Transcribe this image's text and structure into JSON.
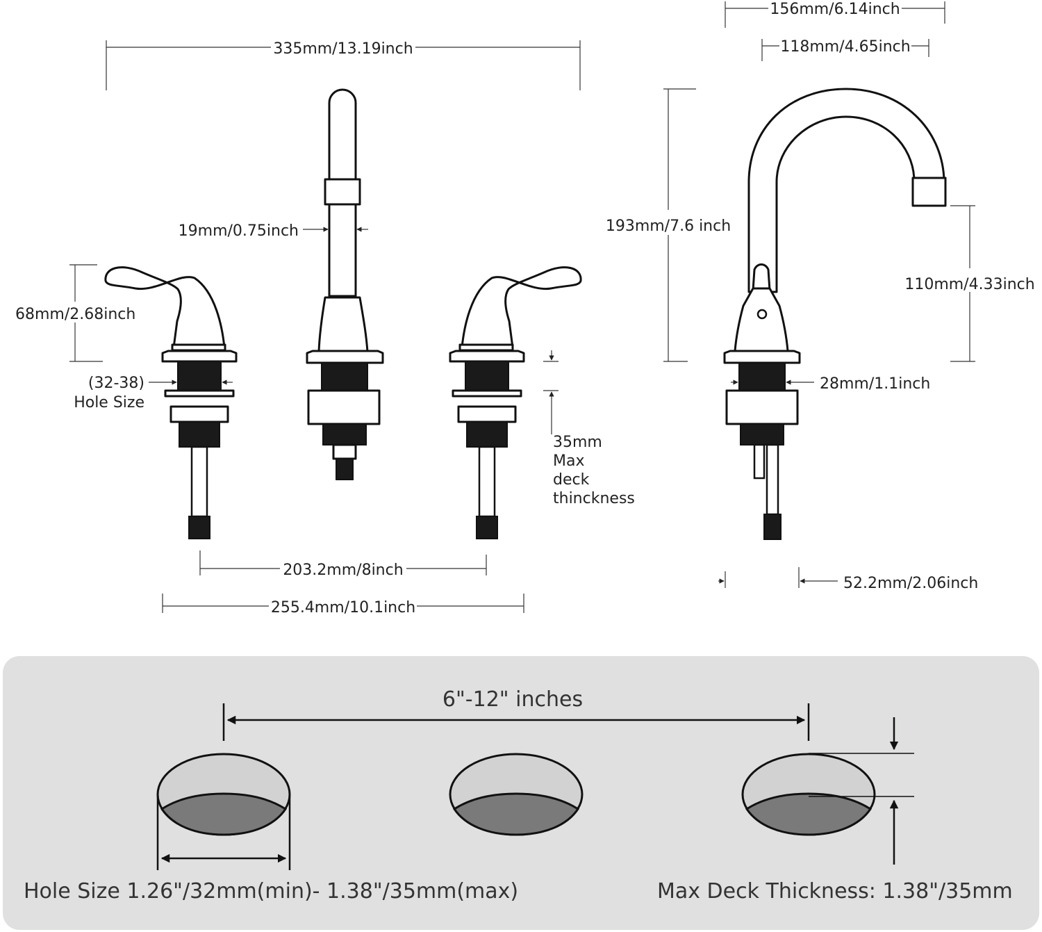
{
  "front_view": {
    "overall_width": "335mm/13.19inch",
    "spout_diameter": "19mm/0.75inch",
    "handle_height": "68mm/2.68inch",
    "hole_size_range": "(32-38)",
    "hole_size_label": "Hole Size",
    "max_deck_l1": "35mm",
    "max_deck_l2": "Max",
    "max_deck_l3": "deck",
    "max_deck_l4": "thinckness",
    "center_spread": "203.2mm/8inch",
    "base_spread": "255.4mm/10.1inch"
  },
  "side_view": {
    "reach_total": "156mm/6.14inch",
    "reach_spout": "118mm/4.65inch",
    "height_total": "193mm/7.6 inch",
    "spout_clearance": "110mm/4.33inch",
    "shank_diameter": "28mm/1.1inch",
    "base_depth": "52.2mm/2.06inch"
  },
  "install_panel": {
    "spread": "6\"-12\" inches",
    "hole_size_note": "Hole Size 1.26\"/32mm(min)- 1.38\"/35mm(max)",
    "deck_thickness_note": "Max Deck Thickness: 1.38\"/35mm",
    "panel_color": "#dfe0df",
    "hole_fill": "#d2d2d2",
    "hole_bottom_fill": "#7a7a7a"
  }
}
